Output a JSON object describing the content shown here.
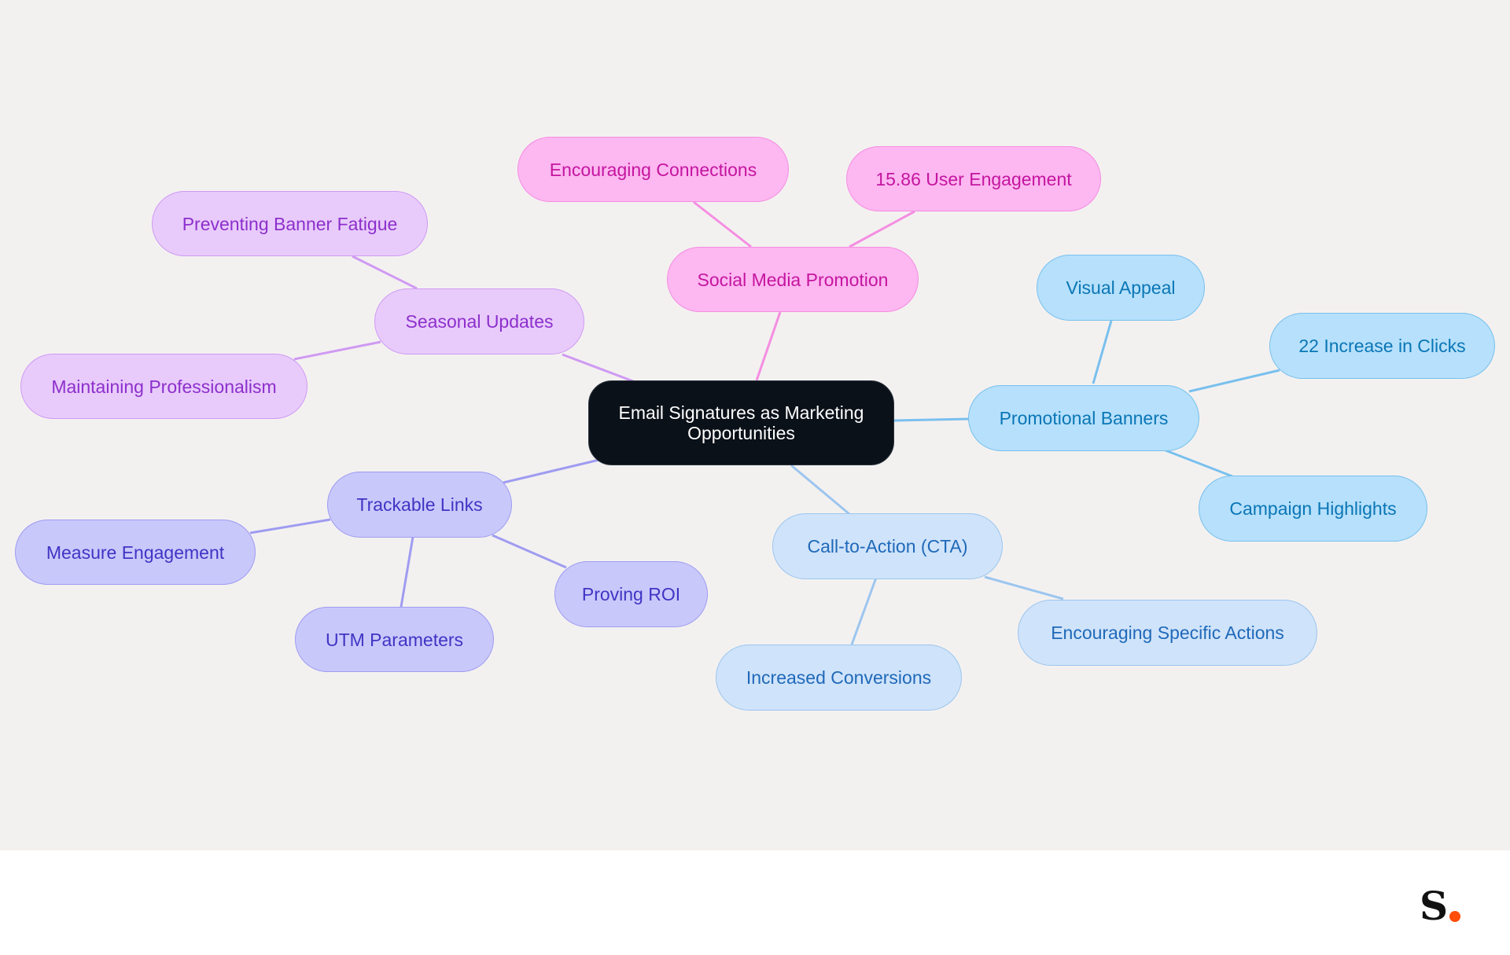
{
  "root": {
    "label": "Email Signatures as Marketing Opportunities"
  },
  "branches": {
    "social_media_promotion": {
      "label": "Social Media Promotion",
      "children": [
        "Encouraging Connections",
        "15.86 User Engagement"
      ]
    },
    "seasonal_updates": {
      "label": "Seasonal Updates",
      "children": [
        "Preventing Banner Fatigue",
        "Maintaining Professionalism"
      ]
    },
    "trackable_links": {
      "label": "Trackable Links",
      "children": [
        "Measure Engagement",
        "UTM Parameters",
        "Proving ROI"
      ]
    },
    "call_to_action": {
      "label": "Call-to-Action (CTA)",
      "children": [
        "Increased Conversions",
        "Encouraging Specific Actions"
      ]
    },
    "promotional_banners": {
      "label": "Promotional Banners",
      "children": [
        "Visual Appeal",
        "22 Increase in Clicks",
        "Campaign Highlights"
      ]
    }
  },
  "colors": {
    "social_media_promotion": "#fdb7f1",
    "seasonal_updates": "#e8cbfb",
    "trackable_links": "#c9c8fb",
    "call_to_action": "#cfe3fa",
    "promotional_banners": "#b6e0fb",
    "root": "#0b1119",
    "logo_accent": "#ff4d0a"
  },
  "logo": {
    "letter": "S"
  }
}
